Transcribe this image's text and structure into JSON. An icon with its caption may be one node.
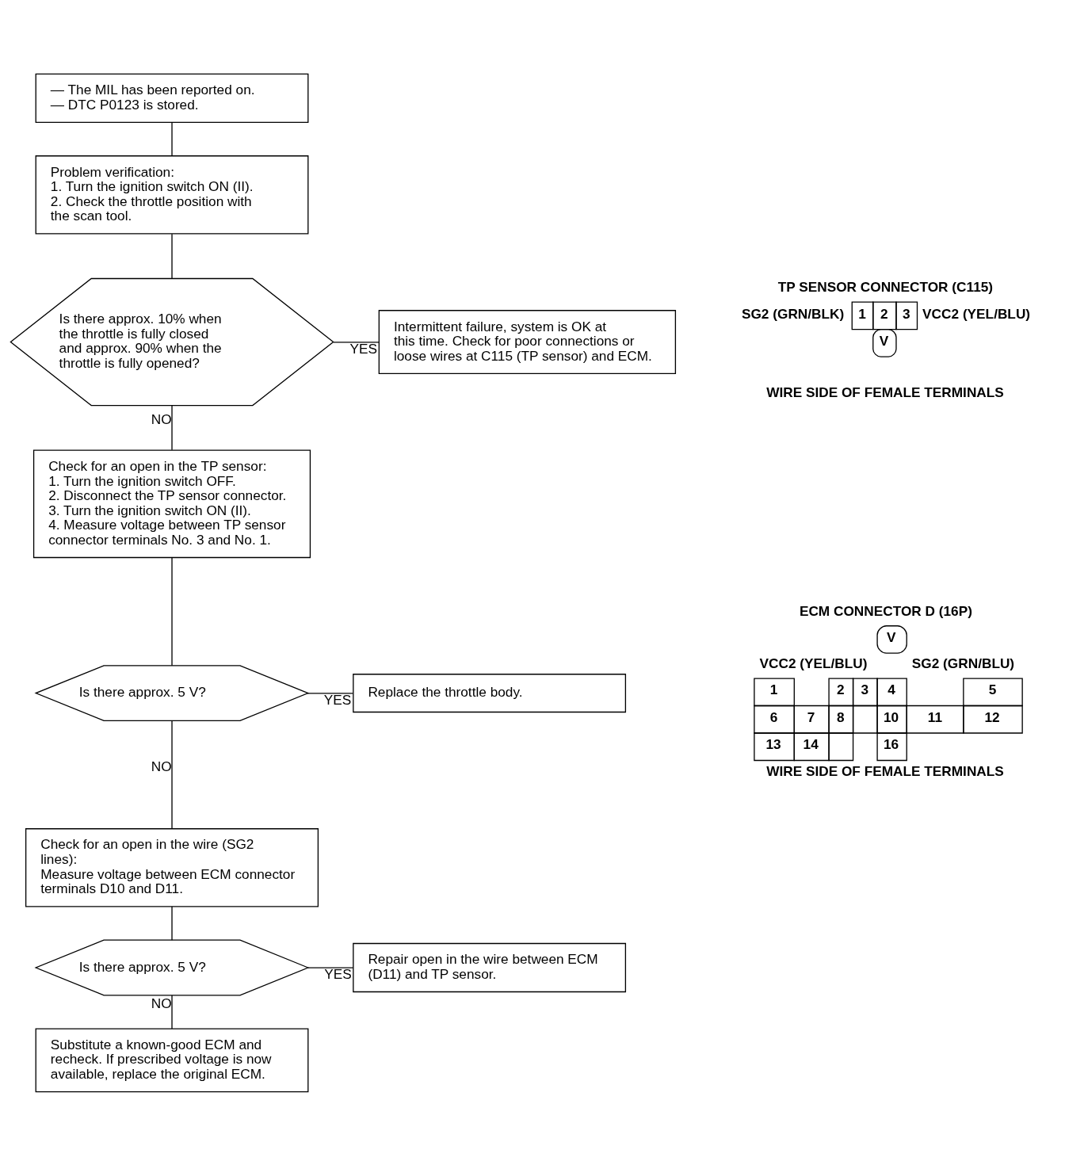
{
  "diagram": {
    "nodes": [
      {
        "text": [
          "— The MIL has been reported on.",
          "— DTC P0123 is stored."
        ]
      },
      {
        "text": [
          "Problem verification:",
          "1. Turn the ignition switch ON (II).",
          "2. Check the throttle position with the scan tool."
        ]
      },
      {
        "text": [
          "Is there approx. 10% when the throttle is fully closed and approx. 90% when the throttle is fully opened?"
        ]
      },
      {
        "text": [
          "Intermittent failure, system is OK at this time. Check for poor connections or loose wires at C115 (TP sensor) and ECM."
        ]
      },
      {
        "text": [
          "Check for an open in the TP sensor:",
          "1. Turn the ignition switch OFF.",
          "2. Disconnect the TP sensor connector.",
          "3. Turn the ignition switch ON (II).",
          "4. Measure voltage between TP sensor connector terminals No. 3 and No. 1."
        ]
      },
      {
        "text": [
          "Is there approx. 5 V?"
        ]
      },
      {
        "text": [
          "Replace the throttle body."
        ]
      },
      {
        "text": [
          "Check for an open in the wire (SG2 lines):",
          "Measure voltage between ECM connector terminals D10 and D11."
        ]
      },
      {
        "text": [
          "Is there approx. 5 V?"
        ]
      },
      {
        "text": [
          "Repair open in the wire between ECM (D11) and TP sensor."
        ]
      },
      {
        "text": [
          "Substitute a known-good ECM and recheck. If prescribed voltage is now available, replace the original ECM."
        ]
      }
    ],
    "edges": [
      {
        "from": 0,
        "to": 1,
        "arrow": "none"
      },
      {
        "from": 1,
        "to": 2,
        "arrow": "none"
      },
      {
        "from": 2,
        "to": 3,
        "arrow": "none",
        "label": "YES"
      },
      {
        "from": 2,
        "to": 4,
        "arrow": "none",
        "label": "NO"
      },
      {
        "from": 4,
        "to": 5,
        "arrow": "none"
      },
      {
        "from": 5,
        "to": 6,
        "arrow": "none",
        "label": "YES"
      },
      {
        "from": 5,
        "to": 7,
        "arrow": "none",
        "label": "NO"
      },
      {
        "from": 7,
        "to": 8,
        "arrow": "none"
      },
      {
        "from": 8,
        "to": 9,
        "arrow": "none",
        "label": "YES"
      },
      {
        "from": 8,
        "to": 10,
        "arrow": "none",
        "label": "NO"
      }
    ],
    "labels": [
      "TP SENSOR CONNECTOR (C115)",
      "SG2 (GRN/BLK)",
      "1",
      "2",
      "3",
      "VCC2 (YEL/BLU)",
      "V",
      "WIRE SIDE OF FEMALE TERMINALS",
      "ECM CONNECTOR D (16P)",
      "V",
      "VCC2 (YEL/BLU)",
      "SG2 (GRN/BLU)",
      "1",
      "2",
      "3",
      "4",
      "5",
      "6",
      "7",
      "8",
      "10",
      "11",
      "12",
      "13",
      "14",
      "16",
      "WIRE SIDE OF FEMALE TERMINALS"
    ]
  }
}
